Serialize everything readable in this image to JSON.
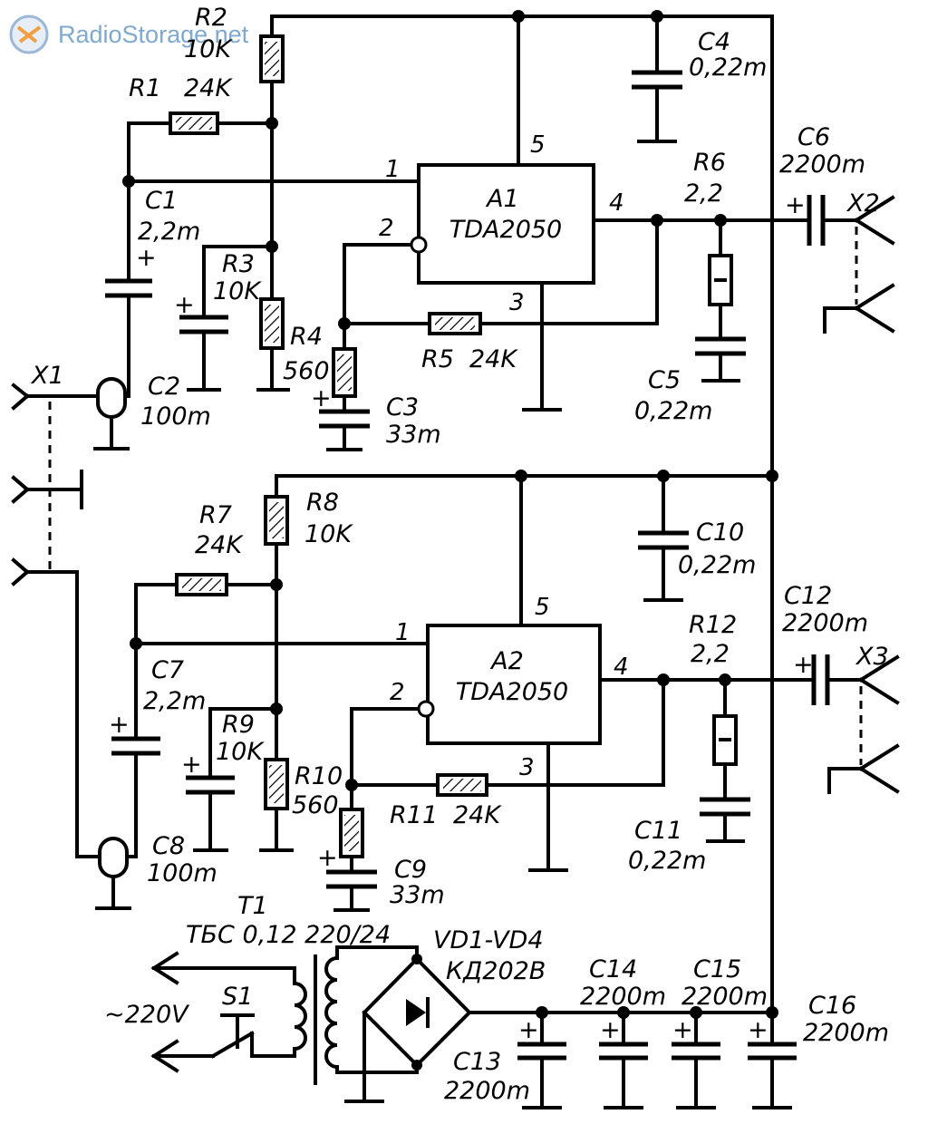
{
  "watermark": "RadioStorage.net",
  "chips": {
    "a1": {
      "name": "A1",
      "part": "TDA2050"
    },
    "a2": {
      "name": "A2",
      "part": "TDA2050"
    }
  },
  "pins": [
    "1",
    "2",
    "3",
    "4",
    "5"
  ],
  "connectors": {
    "x1": "X1",
    "x2": "X2",
    "x3": "X3"
  },
  "polarity": "+",
  "resistors": {
    "r1": {
      "ref": "R1",
      "value": "24K"
    },
    "r2": {
      "ref": "R2",
      "value": "10K"
    },
    "r3": {
      "ref": "R3",
      "value": "10K"
    },
    "r4": {
      "ref": "R4",
      "value": "560"
    },
    "r5": {
      "ref": "R5",
      "value": "24K"
    },
    "r6": {
      "ref": "R6",
      "value": "2,2"
    },
    "r7": {
      "ref": "R7",
      "value": "24K"
    },
    "r8": {
      "ref": "R8",
      "value": "10K"
    },
    "r9": {
      "ref": "R9",
      "value": "10K"
    },
    "r10": {
      "ref": "R10",
      "value": "560"
    },
    "r11": {
      "ref": "R11",
      "value": "24K"
    },
    "r12": {
      "ref": "R12",
      "value": "2,2"
    }
  },
  "capacitors": {
    "c1": {
      "ref": "C1",
      "value": "2,2m"
    },
    "c2": {
      "ref": "C2",
      "value": "100m"
    },
    "c3": {
      "ref": "C3",
      "value": "33m"
    },
    "c4": {
      "ref": "C4",
      "value": "0,22m"
    },
    "c5": {
      "ref": "C5",
      "value": "0,22m"
    },
    "c6": {
      "ref": "C6",
      "value": "2200m"
    },
    "c7": {
      "ref": "C7",
      "value": "2,2m"
    },
    "c8": {
      "ref": "C8",
      "value": "100m"
    },
    "c9": {
      "ref": "C9",
      "value": "33m"
    },
    "c10": {
      "ref": "C10",
      "value": "0,22m"
    },
    "c11": {
      "ref": "C11",
      "value": "0,22m"
    },
    "c12": {
      "ref": "C12",
      "value": "2200m"
    },
    "c13": {
      "ref": "C13",
      "value": "2200m"
    },
    "c14": {
      "ref": "C14",
      "value": "2200m"
    },
    "c15": {
      "ref": "C15",
      "value": "2200m"
    },
    "c16": {
      "ref": "C16",
      "value": "2200m"
    }
  },
  "power": {
    "transformer": {
      "ref": "T1",
      "spec": "ТБС 0,12 220/24"
    },
    "bridge": {
      "ref": "VD1-VD4",
      "part": "КД202В"
    },
    "switch": "S1",
    "mains": "~220V"
  }
}
